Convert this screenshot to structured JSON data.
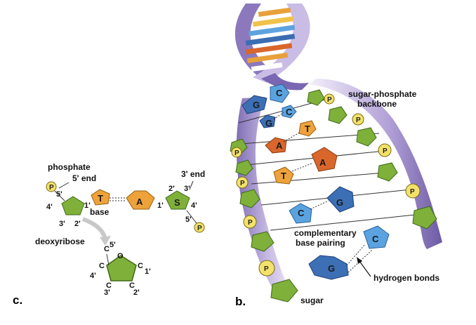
{
  "panels": {
    "c": "c.",
    "b": "b."
  },
  "nucleotide": {
    "phosphate": "phosphate",
    "five_end": "5' end",
    "three_end": "3' end",
    "base": "base",
    "deoxyribose": "deoxyribose",
    "p": "P",
    "s": "S",
    "t": "T",
    "a": "A",
    "c_atom": "C",
    "o_atom": "O",
    "primes": {
      "p4": "4'",
      "p5": "5'",
      "p1": "1'",
      "p3": "3'",
      "p2": "2'"
    }
  },
  "helix": {
    "sugar_phosphate_backbone_1": "sugar-phosphate",
    "sugar_phosphate_backbone_2": "backbone",
    "complementary_1": "complementary",
    "complementary_2": "base pairing",
    "hydrogen_bonds": "hydrogen bonds",
    "sugar": "sugar",
    "pairs": [
      {
        "left": "G",
        "right": "C"
      },
      {
        "left": "G",
        "right": "C"
      },
      {
        "left": "A",
        "right": "T"
      },
      {
        "left": "T",
        "right": "A"
      },
      {
        "left": "C",
        "right": "G"
      },
      {
        "left": "G",
        "right": "C"
      }
    ]
  },
  "colors": {
    "sugar": "#7fb03a",
    "sugar_dark": "#4d7a1f",
    "phosphate": "#f3e26a",
    "adenine": "#d9662b",
    "thymine": "#eda23a",
    "guanine": "#3d6fb5",
    "cytosine": "#5aa3e0",
    "ribbon": "#9a86c4",
    "ribbon_dark": "#5b4a8c"
  }
}
